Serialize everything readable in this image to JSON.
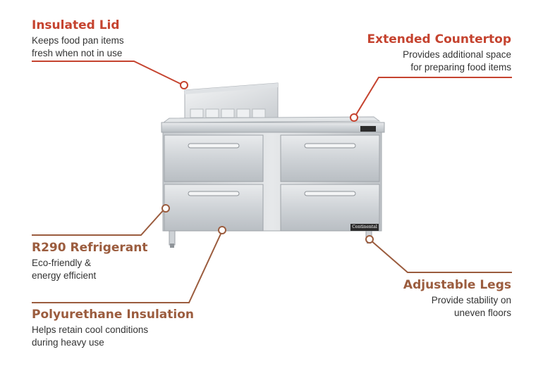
{
  "colors": {
    "red_accent": "#c5432f",
    "brown_accent": "#9b5c3e"
  },
  "callouts": {
    "insulated_lid": {
      "title": "Insulated Lid",
      "desc_line1": "Keeps food pan items",
      "desc_line2": "fresh when not in use"
    },
    "extended_countertop": {
      "title": "Extended Countertop",
      "desc_line1": "Provides additional space",
      "desc_line2": "for preparing food items"
    },
    "r290_refrigerant": {
      "title": "R290 Refrigerant",
      "desc_line1": "Eco-friendly &",
      "desc_line2": "energy efficient"
    },
    "polyurethane_insulation": {
      "title": "Polyurethane Insulation",
      "desc_line1": "Helps retain cool conditions",
      "desc_line2": "during heavy use"
    },
    "adjustable_legs": {
      "title": "Adjustable Legs",
      "desc_line1": "Provide stability on",
      "desc_line2": "uneven floors"
    }
  },
  "product": {
    "brand_plate": "Continental"
  }
}
